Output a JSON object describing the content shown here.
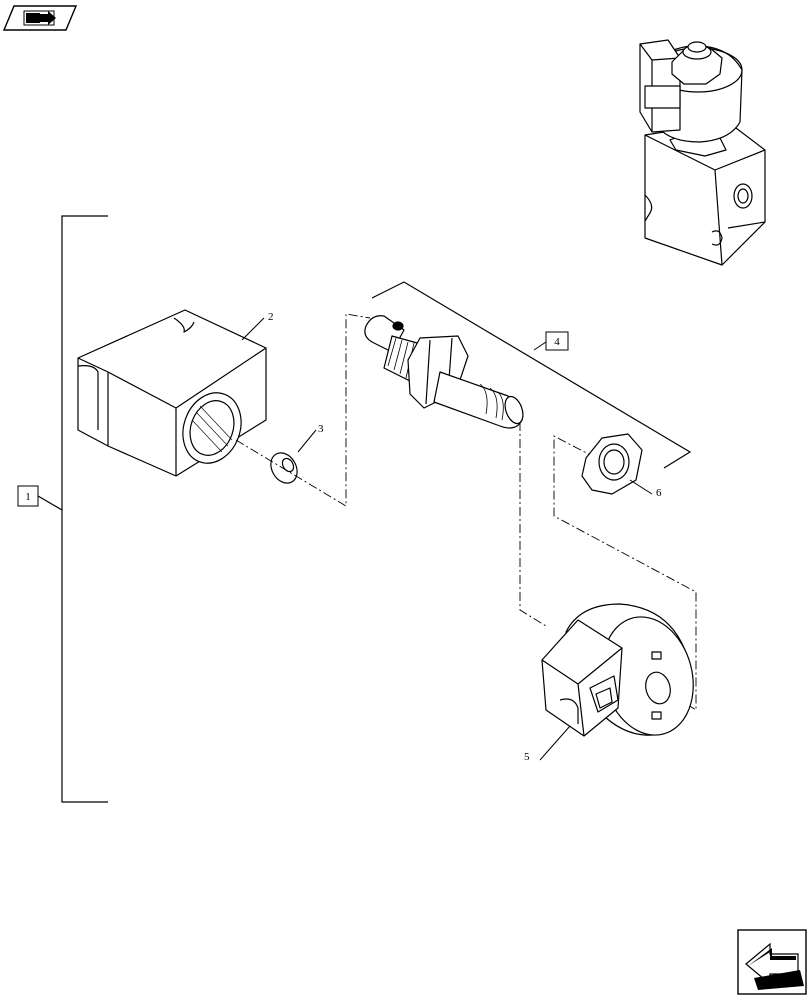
{
  "icons": {
    "top_left": "book-arrow-icon",
    "bottom_right": "back-arrow-icon"
  },
  "callouts": {
    "group": "1",
    "block": "2",
    "washer": "3",
    "cartridge": "4",
    "coil": "5",
    "nut": "6"
  }
}
